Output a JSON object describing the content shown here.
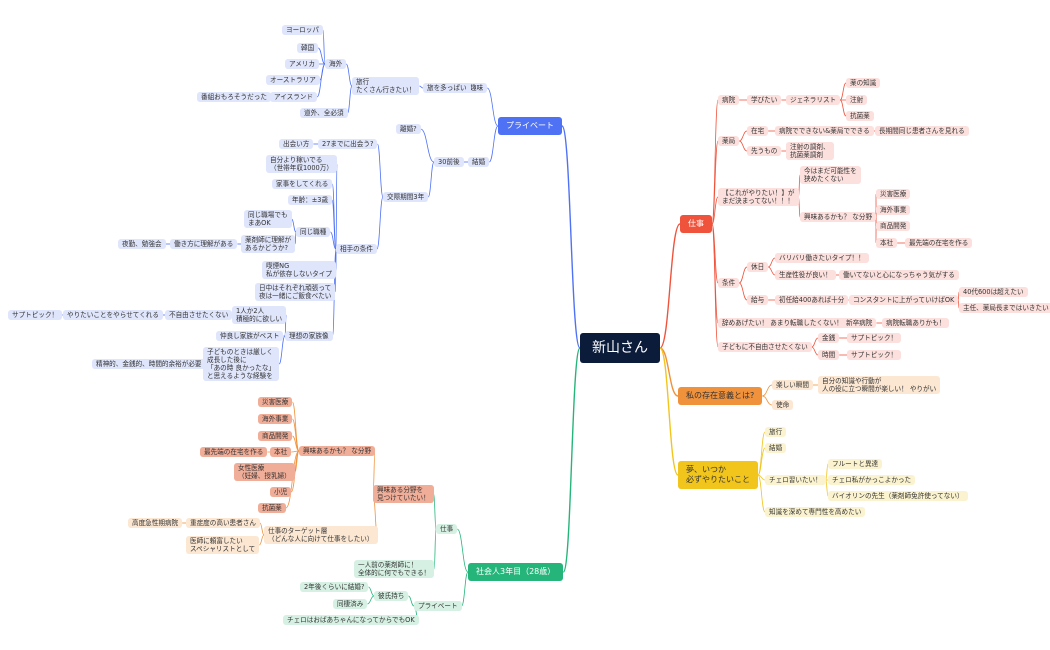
{
  "root": "新山さん",
  "colors": {
    "blue": "#4f72f5",
    "red": "#f0533c",
    "orange": "#f0923c",
    "yellow": "#f2c51c",
    "green": "#25b57a",
    "root": "#0b1b3a"
  },
  "nodes": {
    "private": "プライベート",
    "hobby": "趣味",
    "travel_lots": "旅を多っぱい",
    "travel_plan": "旅行\nたくさん行きたい！",
    "overseas": "海外",
    "europe": "ヨーロッパ",
    "korea": "韓国",
    "america": "アメリカ",
    "australia": "オーストラリア",
    "iceland": "アイスランド",
    "iceland_note": "番組おもろそうだった",
    "domestic": "道外、全必須",
    "marriage": "結婚",
    "age30": "30前後",
    "divorce": "離婚?",
    "dating": "交際期間3年",
    "meet_by27": "27までに出会う?",
    "how_meet": "出会い方",
    "partner_cond": "相手の条件",
    "c_income": "自分より稼いでる\n（世帯年収1000万）",
    "c_housework": "家事をしてくれる",
    "c_age": "年齢：±3歳",
    "c_same": "同じ職種",
    "c_same1": "同じ職場でも\nまあOK",
    "c_same2": "薬剤師に理解が\nあるかどうか?",
    "c_understand": "働き方に理解がある",
    "c_study": "夜勤、勉強会",
    "c_smoke": "喫煙NG\n私が依存しないタイプ",
    "c_indep": "日中はそれぞれ頑張って\n夜は一緒にご飯食べたい",
    "ideal_family": "理想の家族像",
    "twochildren": "1人か2人\n積極的に欲しい",
    "no_restrict": "不自由させたくない",
    "let_do": "やりたいことをやらせてくれる",
    "support_pick": "サプトピック！",
    "long_family": "仲良し家族がベスト",
    "child_note": "子どものときは厳しく\n成長した後に\n「あの時 良かったな」\nと思えるような経験を",
    "child_need": "精神的、金銭的、時間的余裕が必要",
    "work": "仕事",
    "hospital": "病院",
    "want_learn": "学びたい",
    "generalist": "ジェネラリスト",
    "w_knowledge": "薬の知識",
    "w_injection": "注射",
    "w_antibiotics": "抗菌薬",
    "pharmacy": "薬局",
    "at_home": "在宅",
    "at_home_note": "病院でできない&薬局でできる",
    "at_home_note2": "長期間同じ患者さんを見れる",
    "future": "先うもの",
    "future_note": "注射の調剤、\n抗菌薬調剤",
    "nothing_decided": "【これがやりたい！】が\nまだ決まってない！！！",
    "dont_narrow": "今はまだ可能性を\n狭めたくない",
    "interested_field": "興味あるかも？ な分野",
    "f_disaster": "災害医療",
    "f_overseas": "海外事業",
    "f_dev": "商品開発",
    "f_hq": "本社",
    "f_hq_note": "最先端の在宅を作る",
    "conditions": "条件",
    "holiday": "休日",
    "holiday1": "バリバリ働きたいタイプ！！",
    "holiday2": "生産性役が良い！",
    "holiday2_note": "働いてないと心になっちゃう気がする",
    "salary": "給与",
    "salary1": "初任給400あれば十分",
    "salary2": "コンスタントに上がっていけばOK",
    "salary3": "40代600は超えたい",
    "salary4": "主任、薬局長まではいきたい",
    "stay": "辞めあげたい！ あまり転職したくない！",
    "new_hospital": "新卒病院",
    "change_job": "病院転職ありかも！",
    "children_work": "子どもに不自由させたくない",
    "money": "金銭",
    "time": "時間",
    "support1": "サプトピック！",
    "support2": "サプトピック！",
    "meaning": "私の存在意義とは?",
    "fun_moment": "楽しい瞬間",
    "fun_note": "自分の知識や行動が\n人の役に立つ瞬間が楽しい！ やりがい",
    "mission": "使命",
    "dream": "夢、いつか\n必ずやりたいこと",
    "d_travel": "旅行",
    "d_marriage": "結婚",
    "d_cello": "チェロ習いたい！",
    "d_flute": "フルートと異達",
    "d_cello2": "チェロ私がかっこよかった",
    "d_violin": "バイオリンの先生（薬剤師免許使ってない）",
    "d_specialist": "知識を深めて専門性を高めたい",
    "career": "社会人3年目（28歳）",
    "c_work": "仕事",
    "c_find_field": "興味ある分野を\n見つけていたい！",
    "c_interested": "興味あるかも？ な分野",
    "k_disaster": "災害医療",
    "k_overseas": "海外事業",
    "k_dev": "商品開発",
    "k_hq": "本社",
    "k_hq_note": "最先端の在宅を作る",
    "k_women": "女性医療\n（妊婦、授乳婦）",
    "k_pediatric": "小児",
    "k_infection": "抗菌薬",
    "c_target": "仕事のターゲット層\n（どんな人に向けて仕事をしたい）",
    "c_target1": "重症度の高い患者さん",
    "c_target1a": "高度急性期病院",
    "c_target2": "医師に頼富したい\nスペシャリストとして",
    "c_indep_pharm": "一人前の薬剤師に！\n全体的に何でもできる！",
    "c_private": "プライベート",
    "c_partner": "彼氏持ち",
    "c_marry": "2年後くらいに結婚?",
    "c_cohabit": "同棲済み",
    "c_cello": "チェロはおばあちゃんになってからでもOK"
  }
}
